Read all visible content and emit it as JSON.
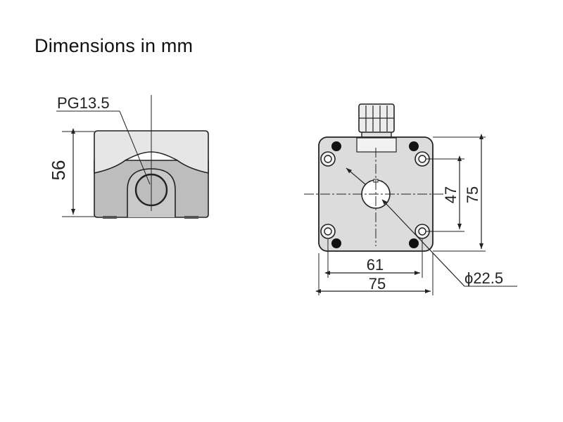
{
  "title": "Dimensions in mm",
  "side_view": {
    "thread_label": "PG13.5",
    "height_label": "56"
  },
  "front_view": {
    "width_outer_label": "75",
    "width_holes_label": "61",
    "height_outer_label": "75",
    "height_holes_label": "47",
    "hole_diameter_label": "ϕ22.5"
  },
  "colors": {
    "line": "#222222",
    "body_light": "#e6e6e6",
    "body_dark": "#bdbdbd",
    "face": "#dcdcdc"
  }
}
